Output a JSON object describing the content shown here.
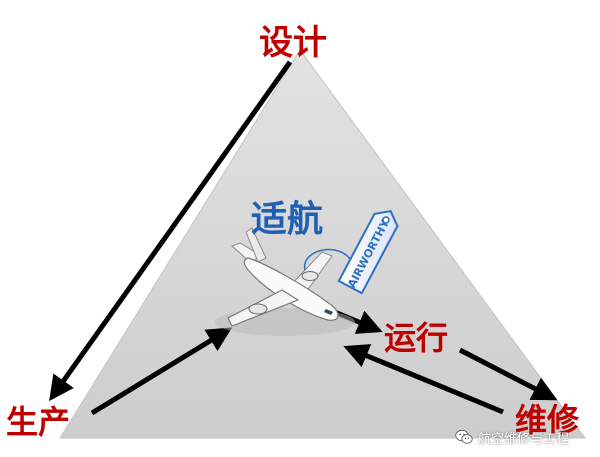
{
  "labels": {
    "design": "设计",
    "production": "生产",
    "operation": "运行",
    "maintenance": "维修",
    "airworthy": "适航"
  },
  "tag_text": "AIRWORTHY",
  "watermark": {
    "text": "航空维修与工程",
    "icon": "wechat-icon"
  },
  "colors": {
    "triangle_fill": "#d6d6d6",
    "label_red": "#c00000",
    "airworthy_blue": "#1f5fb4",
    "arrow": "#000000",
    "tag_blue": "#2e6fc4"
  },
  "arrows": [
    {
      "from": "design",
      "to": "production"
    },
    {
      "from": "production",
      "to": "airworthy"
    },
    {
      "from": "airworthy",
      "to": "operation"
    },
    {
      "from": "operation",
      "to": "maintenance"
    },
    {
      "from": "maintenance",
      "to": "airworthy"
    }
  ]
}
